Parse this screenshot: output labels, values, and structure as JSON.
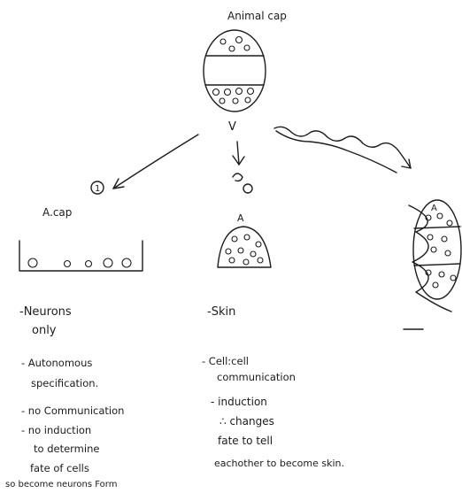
{
  "labels": {
    "title": "Animal cap",
    "v_mark": "V",
    "one_mark": "1",
    "a_cap": "A.cap",
    "a_mark_mid": "A",
    "a_mark_right": "A"
  },
  "outcomes": {
    "left": [
      "-Neurons",
      "only"
    ],
    "middle": "-Skin"
  },
  "notes": {
    "left": [
      "- Autonomous",
      "specification.",
      "- no Communication",
      "- no induction",
      "to determine",
      "fate of cells",
      "so become neurons Form"
    ],
    "middle": [
      "- Cell:cell",
      "communication",
      "- induction",
      "∴ changes",
      "fate to tell",
      "eachother to become skin."
    ]
  }
}
